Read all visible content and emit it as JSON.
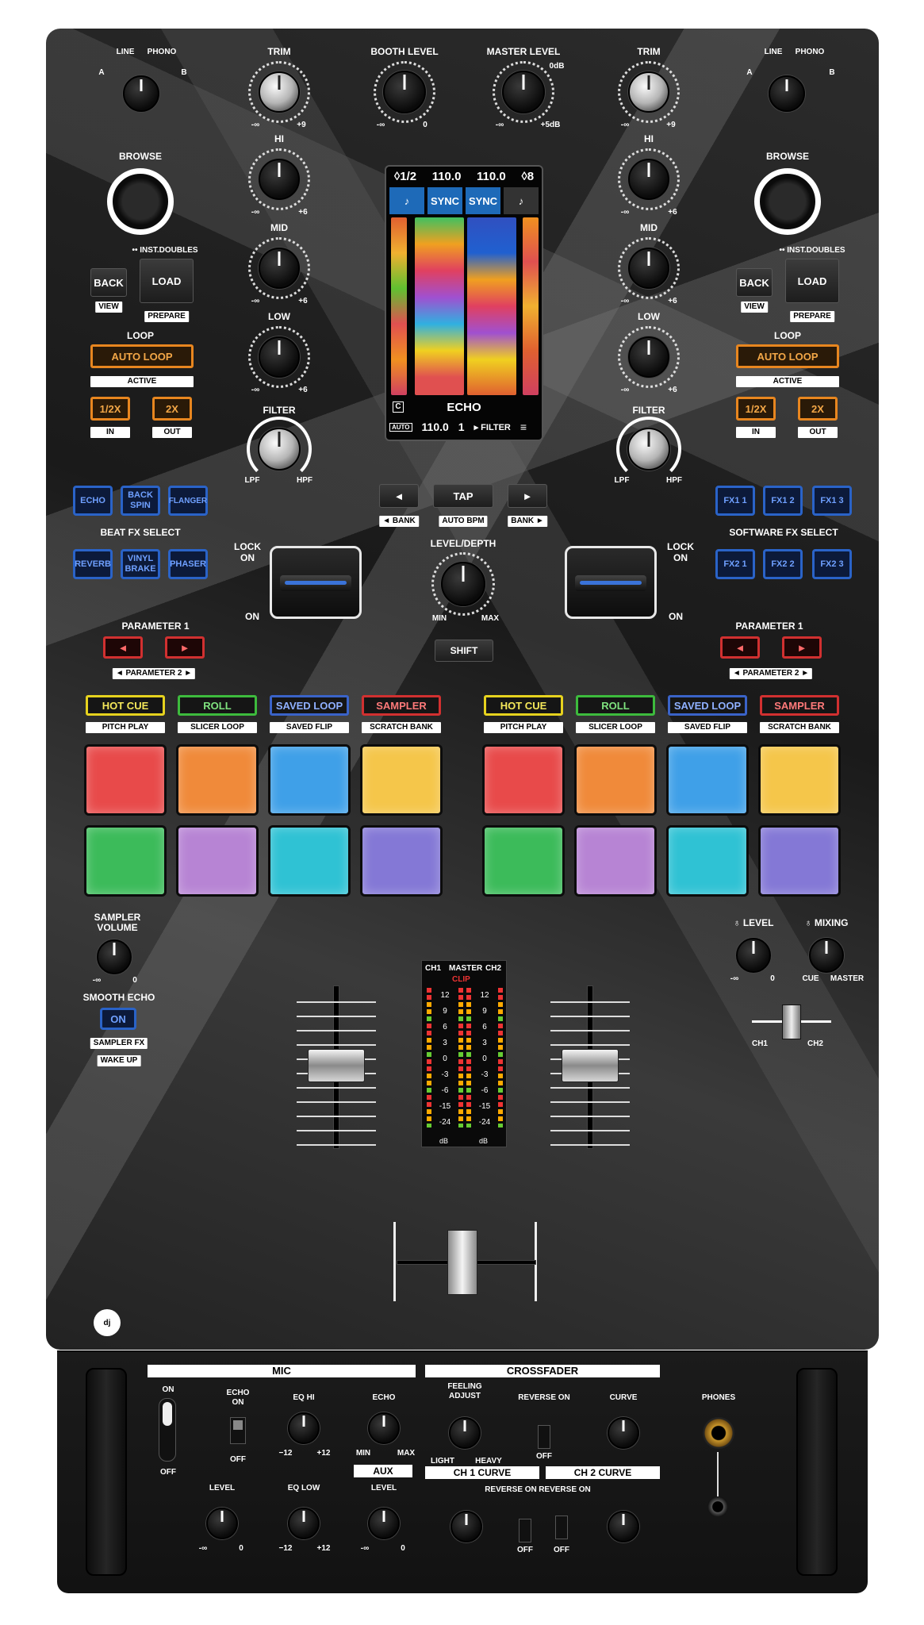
{
  "input": {
    "line": "LINE",
    "phono": "PHONO",
    "a": "A",
    "b": "B"
  },
  "trim": "TRIM",
  "hi": "HI",
  "mid": "MID",
  "low": "LOW",
  "filter": "FILTER",
  "lpf": "LPF",
  "hpf": "HPF",
  "scale": {
    "minus_inf": "-∞",
    "plus9": "+9",
    "plus6": "+6",
    "zero": "0",
    "plus5db": "+5dB",
    "zerodb": "0dB"
  },
  "booth_level": "BOOTH LEVEL",
  "master_level": "MASTER LEVEL",
  "browse": "BROWSE",
  "inst_doubles": "•• INST.DOUBLES",
  "back": "BACK",
  "load": "LOAD",
  "view": "VIEW",
  "prepare": "PREPARE",
  "loop": "LOOP",
  "auto_loop": "AUTO LOOP",
  "active": "ACTIVE",
  "half": "1/2X",
  "double": "2X",
  "in": "IN",
  "out": "OUT",
  "screen": {
    "left_loop": "◊1/2",
    "bpm_l": "110.0",
    "bpm_r": "110.0",
    "right_loop": "◊8",
    "sync": "SYNC",
    "effect": "ECHO",
    "auto": "AUTO",
    "bpm_bottom": "110.0",
    "beat": "1",
    "filter": "▸ FILTER",
    "c": "C"
  },
  "tap": "TAP",
  "bank_l": "◄ BANK",
  "auto_bpm": "AUTO BPM",
  "bank_r": "BANK ►",
  "level_depth": "LEVEL/DEPTH",
  "min": "MIN",
  "max": "MAX",
  "shift": "SHIFT",
  "beat_fx": {
    "title": "BEAT FX SELECT",
    "row1": [
      "ECHO",
      "BACK SPIN",
      "FLANGER"
    ],
    "row2": [
      "REVERB",
      "VINYL BRAKE",
      "PHASER"
    ]
  },
  "software_fx": {
    "title": "SOFTWARE FX SELECT",
    "row1": [
      "FX1 1",
      "FX1 2",
      "FX1 3"
    ],
    "row2": [
      "FX2 1",
      "FX2 2",
      "FX2 3"
    ]
  },
  "lock_on": "LOCK ON",
  "on": "ON",
  "parameter1": "PARAMETER 1",
  "parameter2": "◄ PARAMETER 2 ►",
  "modes": [
    "HOT CUE",
    "ROLL",
    "SAVED LOOP",
    "SAMPLER"
  ],
  "mode_sub": [
    "PITCH PLAY",
    "SLICER LOOP",
    "SAVED FLIP",
    "SCRATCH BANK"
  ],
  "pad_colors": [
    "#e84a4a",
    "#f08a3a",
    "#3fa0e8",
    "#f5c64a",
    "#3cbb5a",
    "#b784d4",
    "#2fc2d4",
    "#8478d6"
  ],
  "sampler_volume": "SAMPLER VOLUME",
  "smooth_echo": "SMOOTH ECHO",
  "sampler_fx": "SAMPLER FX",
  "wake_up": "WAKE UP",
  "hp_level": "♁ LEVEL",
  "hp_mixing": "♁ MIXING",
  "cue": "CUE",
  "master": "MASTER",
  "ch1": "CH1",
  "ch2": "CH2",
  "meter": {
    "ch1": "CH1",
    "master": "MASTER",
    "ch2": "CH2",
    "clip": "CLIP",
    "ticks": [
      "12",
      "9",
      "6",
      "3",
      "0",
      "-3",
      "-6",
      "-15",
      "-24"
    ],
    "db": "dB"
  },
  "front": {
    "mic": "MIC",
    "crossfader": "CROSSFADER",
    "on": "ON",
    "off": "OFF",
    "echo_on": "ECHO ON",
    "eq_hi": "EQ HI",
    "echo": "ECHO",
    "min": "MIN",
    "max": "MAX",
    "m12": "−12",
    "p12": "+12",
    "feeling_adjust": "FEELING ADJUST",
    "light": "LIGHT",
    "heavy": "HEAVY",
    "reverse_on": "REVERSE ON",
    "curve": "CURVE",
    "phones": "PHONES",
    "aux": "AUX",
    "level": "LEVEL",
    "eq_low": "EQ LOW",
    "ch1_curve": "CH 1 CURVE",
    "ch2_curve": "CH 2 CURVE",
    "reverse": "REVERSE",
    "minf": "-∞",
    "zero": "0"
  }
}
